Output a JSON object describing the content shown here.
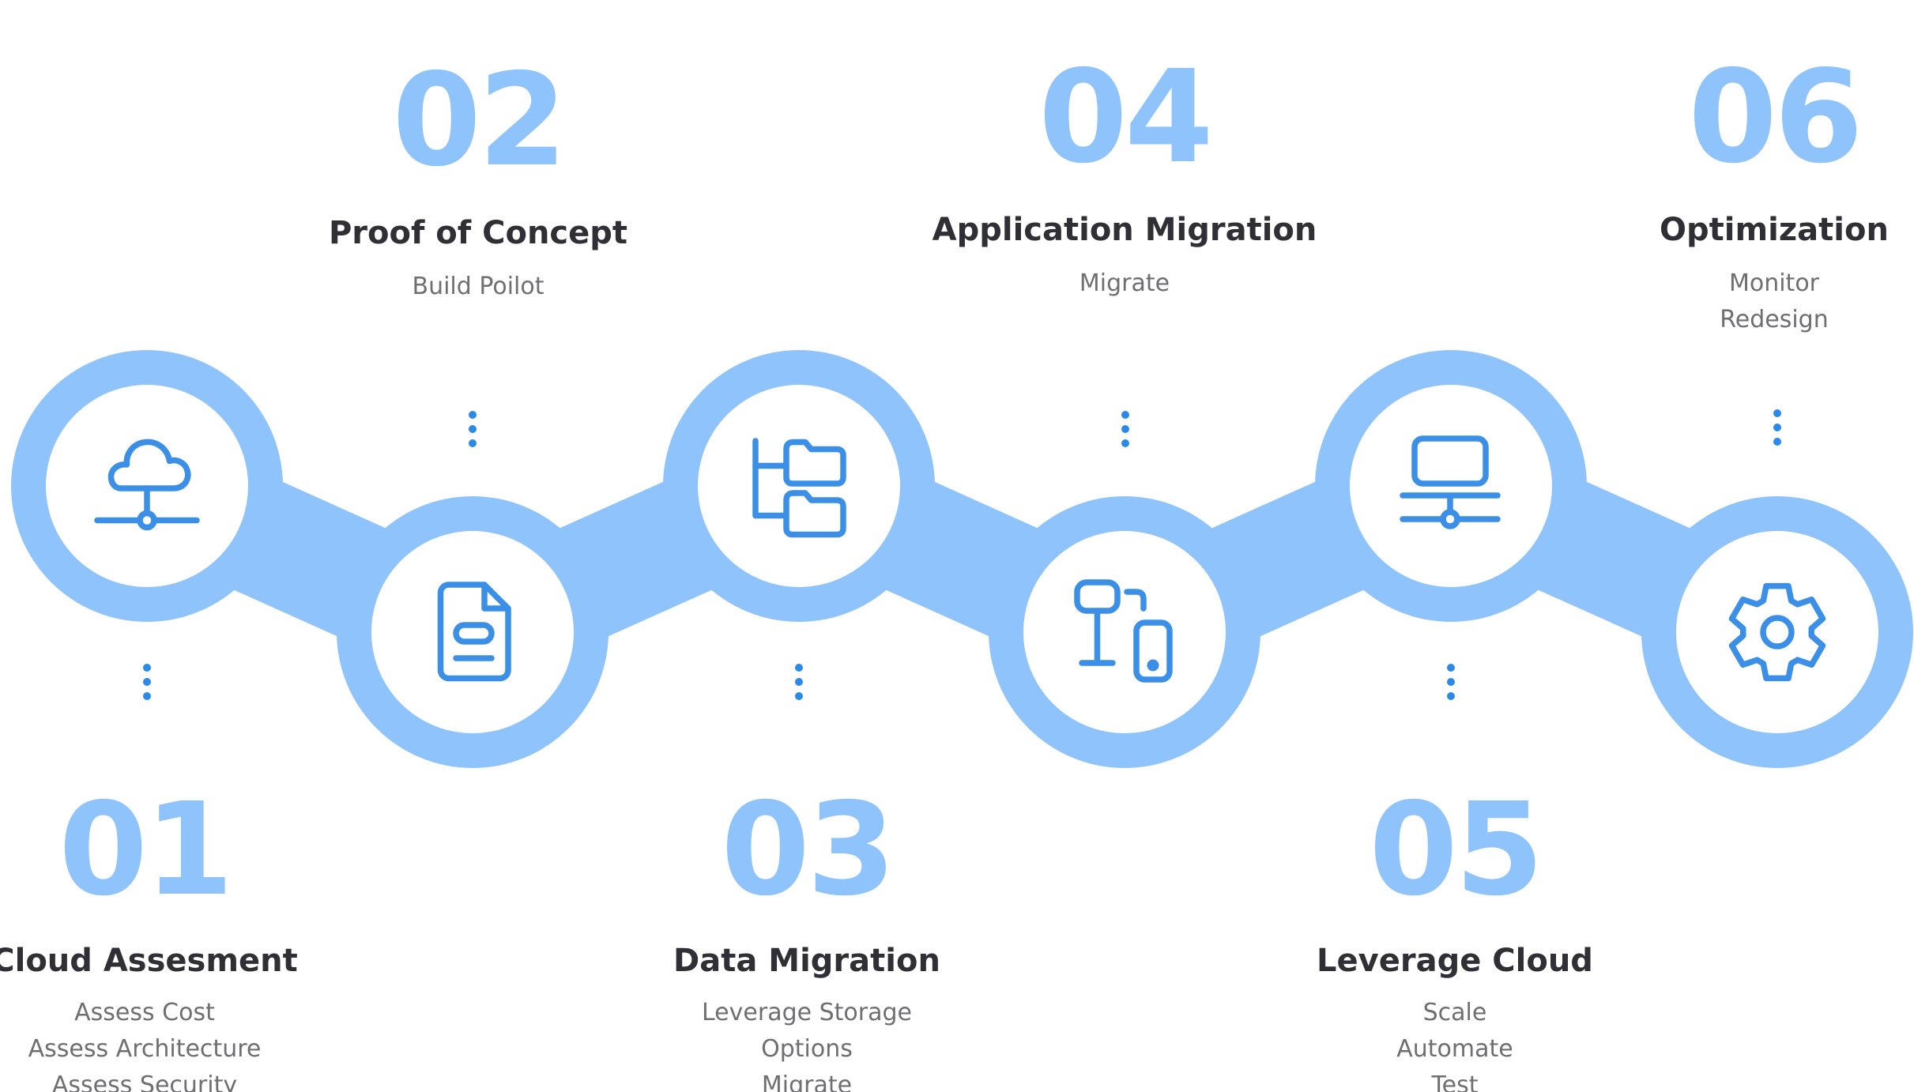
{
  "colors": {
    "ring": "#8fc3fb",
    "icon": "#3b8fe6",
    "number": "#8fc3fb",
    "title": "#2f2f35",
    "subtitle": "#6e6e73"
  },
  "steps": [
    {
      "number": "01",
      "title": "Cloud Assesment",
      "items": [
        "Assess Cost",
        "Assess Architecture",
        "Assess Security"
      ],
      "icon": "cloud-network-icon"
    },
    {
      "number": "02",
      "title": "Proof of Concept",
      "items": [
        "Build Poilot"
      ],
      "icon": "document-icon"
    },
    {
      "number": "03",
      "title": "Data Migration",
      "items": [
        "Leverage Storage",
        "Options",
        "Migrate"
      ],
      "icon": "folder-tree-icon"
    },
    {
      "number": "04",
      "title": "Application Migration",
      "items": [
        "Migrate"
      ],
      "icon": "device-transfer-icon"
    },
    {
      "number": "05",
      "title": "Leverage Cloud",
      "items": [
        "Scale",
        "Automate",
        "Test"
      ],
      "icon": "server-network-icon"
    },
    {
      "number": "06",
      "title": "Optimization",
      "items": [
        "Monitor",
        "Redesign"
      ],
      "icon": "gear-icon"
    }
  ]
}
